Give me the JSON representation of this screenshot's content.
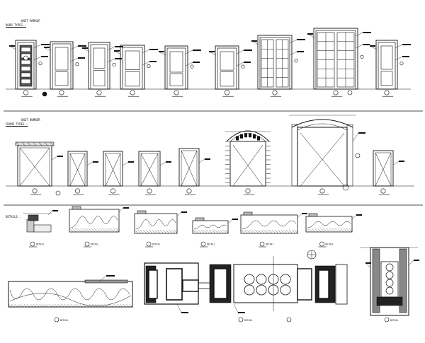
{
  "headings": {
    "unit_mark": "UNIT MARKUP",
    "door_types": "DOOR TYPES :",
    "unit_number": "UNIT NUMBER",
    "frame_types": "FRAME TYPES :",
    "details": "DETAILS :"
  },
  "detail_label": "DETAIL",
  "colors": {
    "ink": "#111111",
    "paper": "#ffffff",
    "dark_fill": "#222222"
  }
}
